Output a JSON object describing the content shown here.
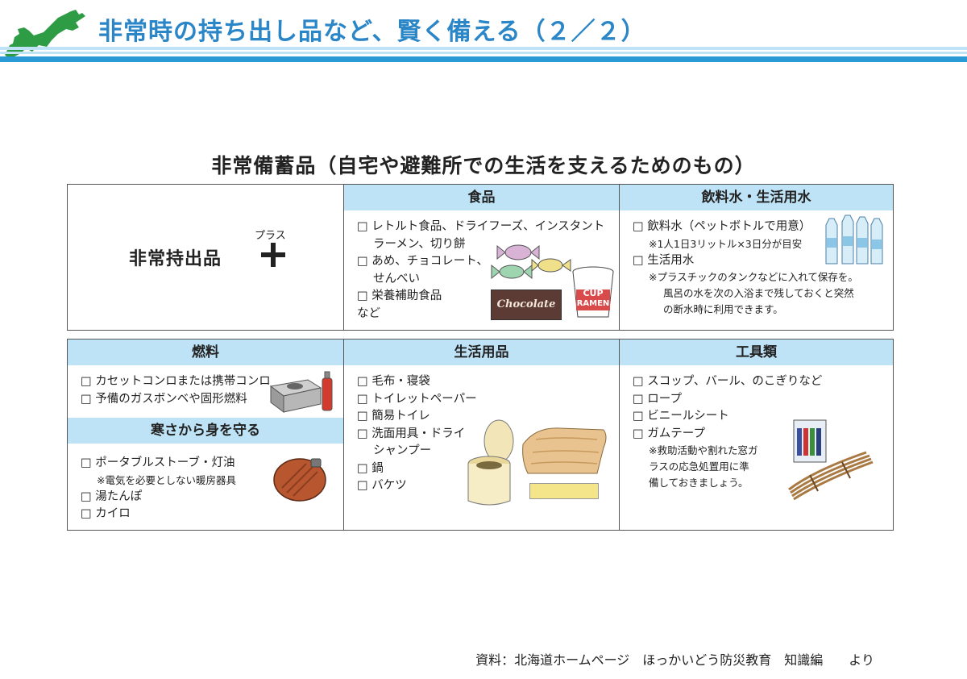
{
  "header": {
    "title": "非常時の持ち出し品など、賢く備える（２／２）",
    "logo_icon": "hokkaido-map-icon",
    "accent_color": "#2a86c7"
  },
  "section_title": "非常備蓄品（自宅や避難所での生活を支えるためのもの）",
  "top_table": {
    "emergency_label": "非常持出品",
    "plus_ruby": "プラス",
    "food": {
      "title": "食品",
      "items": [
        "□ レトルト食品、ドライフーズ、インスタント",
        "ラーメン、切り餅",
        "□ あめ、チョコレート、",
        "せんべい",
        "□ 栄養補助食品",
        "など"
      ],
      "chocolate_text": "Chocolate",
      "cup_text_1": "CUP",
      "cup_text_2": "RAMEN"
    },
    "water": {
      "title": "飲料水・生活用水",
      "items": [
        "□ 飲料水（ペットボトルで用意）",
        "※1人1日3リットル×3日分が目安",
        "□ 生活用水",
        "※プラスチックのタンクなどに入れて保存を。",
        "風呂の水を次の入浴まで残しておくと突然",
        "の断水時に利用できます。"
      ]
    }
  },
  "bottom_table": {
    "fuel": {
      "title": "燃料",
      "items": [
        "□ カセットコンロまたは携帯コンロ",
        "□ 予備のガスボンベや固形燃料"
      ]
    },
    "cold": {
      "title": "寒さから身を守る",
      "items": [
        "□ ポータブルストーブ・灯油",
        "※電気を必要としない暖房器具",
        "□ 湯たんぽ",
        "□ カイロ"
      ]
    },
    "daily": {
      "title": "生活用品",
      "items": [
        "□ 毛布・寝袋",
        "□ トイレットペーパー",
        "□ 簡易トイレ",
        "□ 洗面用具・ドライ",
        "シャンプー",
        "□ 鍋",
        "□ バケツ"
      ]
    },
    "tools": {
      "title": "工具類",
      "items": [
        "□ スコップ、バール、のこぎりなど",
        "□ ロープ",
        "□ ビニールシート",
        "□ ガムテープ",
        "※救助活動や割れた窓ガ",
        "ラスの応急処置用に準",
        "備しておきましょう。"
      ]
    }
  },
  "footer": "資料：北海道ホームページ　ほっかいどう防災教育　知識編　　より"
}
